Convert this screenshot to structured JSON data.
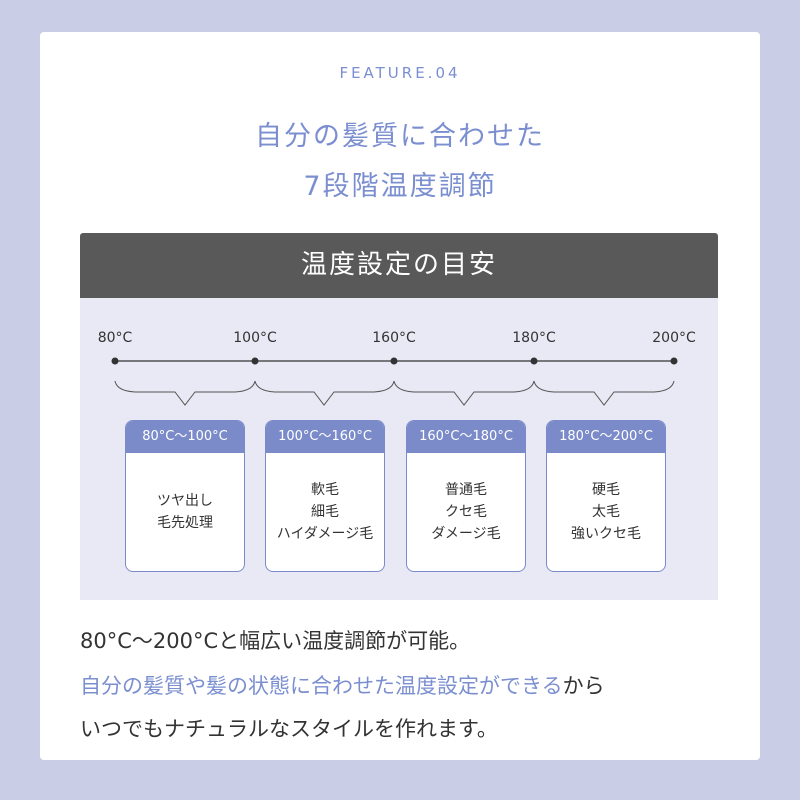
{
  "feature": "FEATURE.04",
  "title": [
    "自分の髪質に合わせた",
    "7段階温度調節"
  ],
  "section_title": "温度設定の目安",
  "ticks": [
    "80°C",
    "100°C",
    "160°C",
    "180°C",
    "200°C"
  ],
  "ranges": [
    {
      "label": "80°C〜100°C",
      "lines": [
        "ツヤ出し",
        "毛先処理"
      ]
    },
    {
      "label": "100°C〜160°C",
      "lines": [
        "軟毛",
        "細毛",
        "ハイダメージ毛"
      ]
    },
    {
      "label": "160°C〜180°C",
      "lines": [
        "普通毛",
        "クセ毛",
        "ダメージ毛"
      ]
    },
    {
      "label": "180°C〜200°C",
      "lines": [
        "硬毛",
        "太毛",
        "強いクセ毛"
      ]
    }
  ],
  "description": {
    "line1": "80°C〜200°Cと幅広い温度調節が可能。",
    "line2_highlight": "自分の髪質や髪の状態に合わせた温度設定ができる",
    "line2_rest": "から",
    "line3": "いつでもナチュラルなスタイルを作れます。"
  },
  "colors": {
    "accent": "#7b8fd0",
    "dark": "#595959",
    "panel": "#e8e9f4",
    "background": "#c9cee6"
  }
}
